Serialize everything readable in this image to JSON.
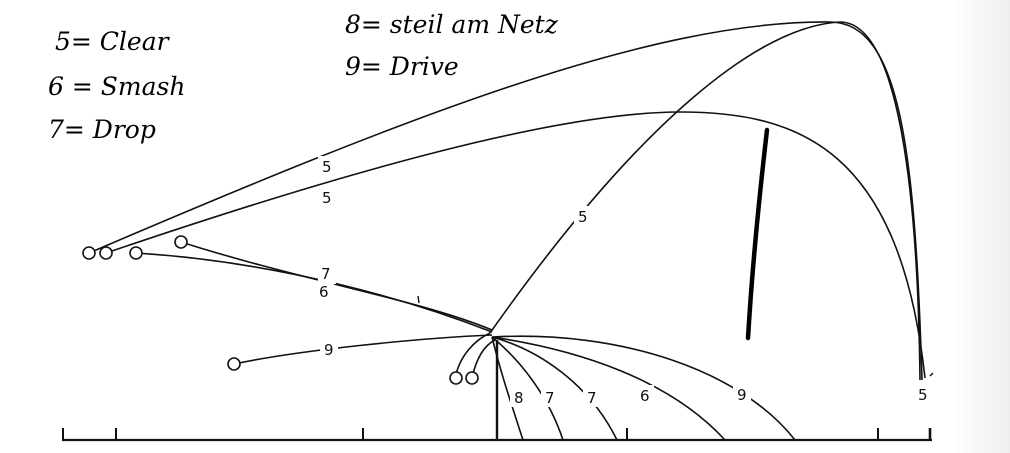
{
  "legend": {
    "entry_5": "5= Clear",
    "entry_6": "6 = Smash",
    "entry_7": "7= Drop",
    "entry_8": "8= steil am Netz",
    "entry_9": "9= Drive"
  },
  "trajectory_labels": {
    "clear_upper": "5",
    "clear_lower": "5",
    "clear_from_net": "5",
    "drop_long": "7",
    "smash_long": "6",
    "drive_long": "9",
    "steep_net_descent": "8",
    "drop_descent_a": "7",
    "drop_descent_b": "7",
    "smash_descent": "6",
    "drive_descent": "9",
    "clear_descent": "5"
  },
  "colors": {
    "ink": "#111111",
    "background": "#ffffff"
  }
}
